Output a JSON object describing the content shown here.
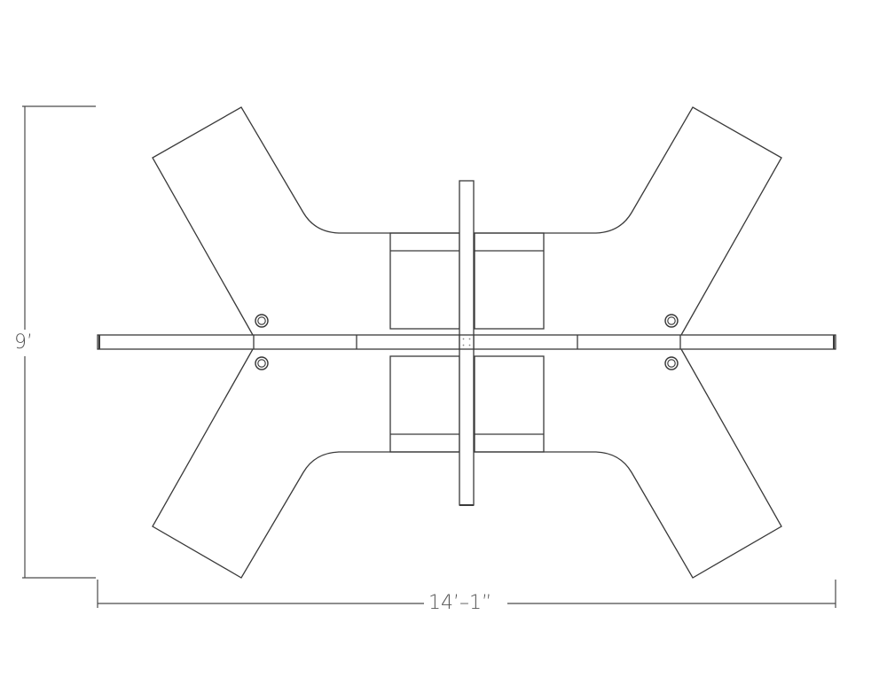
{
  "drawing": {
    "type": "furniture-plan",
    "description": "Four-station X-shaped workstation cluster with central spine and crossing divider"
  },
  "dimensions": {
    "height_label": "9’",
    "width_label": "14’–1”"
  },
  "components": {
    "workstations": 4,
    "grommets": 4,
    "center_connector": "post-icon",
    "panels": [
      "spine-panel-left",
      "spine-panel-center",
      "spine-panel-right",
      "cross-divider"
    ]
  },
  "colors": {
    "line": "#3a3a3a",
    "dimension_text": "#555555",
    "background": "#ffffff"
  }
}
